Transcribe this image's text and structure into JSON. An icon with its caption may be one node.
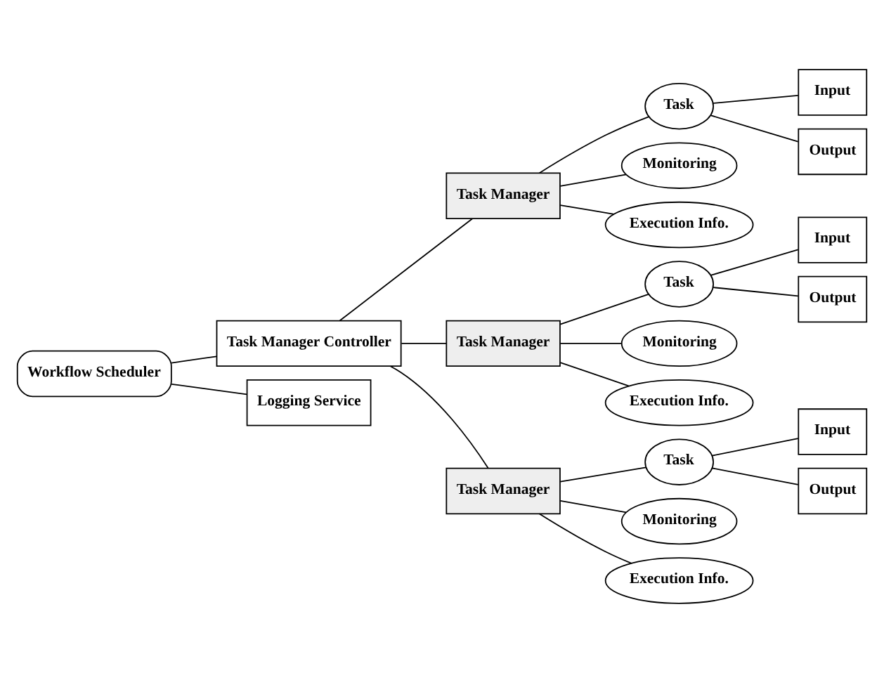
{
  "diagram": {
    "nodes": [
      {
        "text": [
          "Workflow Scheduler"
        ]
      },
      {
        "text": [
          "Task Manager Controller"
        ]
      },
      {
        "text": [
          "Logging Service"
        ]
      },
      {
        "text": [
          "Task Manager"
        ]
      },
      {
        "text": [
          "Task"
        ]
      },
      {
        "text": [
          "Monitoring"
        ]
      },
      {
        "text": [
          "Execution Info."
        ]
      },
      {
        "text": [
          "Input"
        ]
      },
      {
        "text": [
          "Output"
        ]
      },
      {
        "text": [
          "Task Manager"
        ]
      },
      {
        "text": [
          "Task"
        ]
      },
      {
        "text": [
          "Monitoring"
        ]
      },
      {
        "text": [
          "Execution Info."
        ]
      },
      {
        "text": [
          "Input"
        ]
      },
      {
        "text": [
          "Output"
        ]
      },
      {
        "text": [
          "Task Manager"
        ]
      },
      {
        "text": [
          "Task"
        ]
      },
      {
        "text": [
          "Monitoring"
        ]
      },
      {
        "text": [
          "Execution Info."
        ]
      },
      {
        "text": [
          "Input"
        ]
      },
      {
        "text": [
          "Output"
        ]
      }
    ],
    "edges": [
      {
        "from": 0,
        "to": 1,
        "arrow": "none"
      },
      {
        "from": 0,
        "to": 2,
        "arrow": "none"
      },
      {
        "from": 1,
        "to": 3,
        "arrow": "none"
      },
      {
        "from": 1,
        "to": 9,
        "arrow": "none"
      },
      {
        "from": 1,
        "to": 15,
        "arrow": "none"
      },
      {
        "from": 3,
        "to": 4,
        "arrow": "none"
      },
      {
        "from": 3,
        "to": 5,
        "arrow": "none"
      },
      {
        "from": 3,
        "to": 6,
        "arrow": "none"
      },
      {
        "from": 4,
        "to": 7,
        "arrow": "none"
      },
      {
        "from": 4,
        "to": 8,
        "arrow": "none"
      },
      {
        "from": 9,
        "to": 10,
        "arrow": "none"
      },
      {
        "from": 9,
        "to": 11,
        "arrow": "none"
      },
      {
        "from": 9,
        "to": 12,
        "arrow": "none"
      },
      {
        "from": 10,
        "to": 13,
        "arrow": "none"
      },
      {
        "from": 10,
        "to": 14,
        "arrow": "none"
      },
      {
        "from": 15,
        "to": 16,
        "arrow": "none"
      },
      {
        "from": 15,
        "to": 17,
        "arrow": "none"
      },
      {
        "from": 15,
        "to": 18,
        "arrow": "none"
      },
      {
        "from": 16,
        "to": 19,
        "arrow": "none"
      },
      {
        "from": 16,
        "to": 20,
        "arrow": "none"
      }
    ]
  }
}
